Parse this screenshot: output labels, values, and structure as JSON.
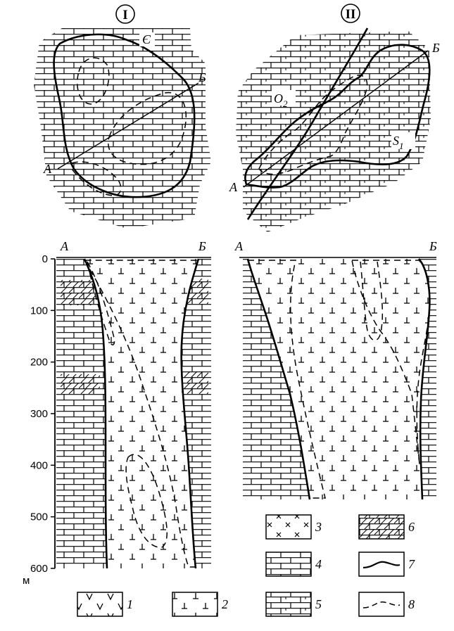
{
  "plans": {
    "I": {
      "numeral": "I",
      "age_label": "Є",
      "section_start": "А",
      "section_end": "Б"
    },
    "II": {
      "numeral": "II",
      "age_label_1": "O",
      "age_label_1_sub": "2",
      "age_label_2": "S",
      "age_label_2_sub": "1",
      "section_start": "А",
      "section_end": "Б"
    }
  },
  "sections": {
    "I": {
      "start": "А",
      "end": "Б"
    },
    "II": {
      "start": "А",
      "end": "Б"
    }
  },
  "depth_axis": {
    "ticks": [
      "0",
      "100",
      "200",
      "300",
      "400",
      "500",
      "600"
    ],
    "unit": "м"
  },
  "legend": [
    {
      "num": "1",
      "pattern": "v-marks"
    },
    {
      "num": "2",
      "pattern": "t-marks"
    },
    {
      "num": "3",
      "pattern": "x-marks"
    },
    {
      "num": "4",
      "pattern": "brick"
    },
    {
      "num": "5",
      "pattern": "brick-dense"
    },
    {
      "num": "6",
      "pattern": "hatched-brick"
    },
    {
      "num": "7",
      "pattern": "solid-line"
    },
    {
      "num": "8",
      "pattern": "dashed-line"
    }
  ]
}
